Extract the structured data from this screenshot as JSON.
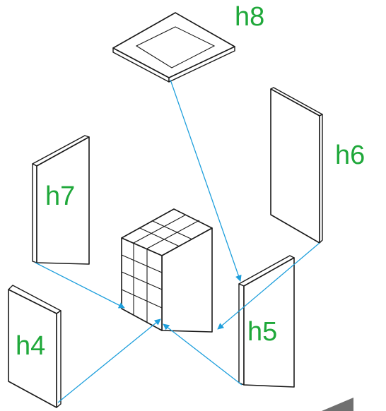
{
  "colors": {
    "label": "#1fa83a",
    "arrow": "#1e9fdc",
    "outline": "#1a1a1a",
    "watermark": "#707070"
  },
  "labels": {
    "h4": "h4",
    "h5": "h5",
    "h6": "h6",
    "h7": "h7",
    "h8": "h8"
  },
  "arrows": [
    {
      "from": "h8",
      "to": "h5"
    },
    {
      "from": "h6",
      "to": "cube"
    },
    {
      "from": "h7",
      "to": "cube"
    },
    {
      "from": "h4",
      "to": "cube"
    },
    {
      "from": "h5",
      "to": "cube"
    }
  ]
}
